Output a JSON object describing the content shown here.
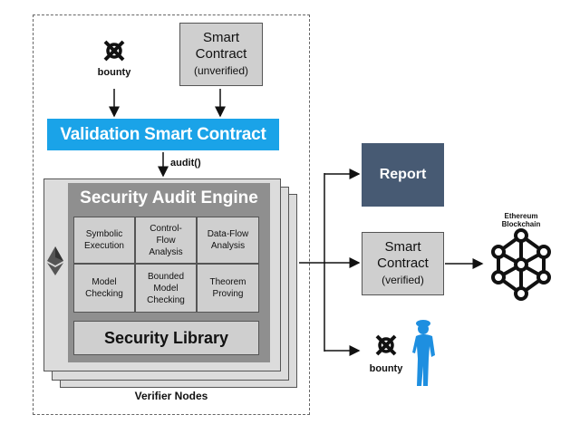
{
  "bounty_top": {
    "label": "bounty",
    "icon": "bounty-x-icon"
  },
  "smart_contract_unverified": {
    "title_line1": "Smart",
    "title_line2": "Contract",
    "status": "(unverified)"
  },
  "validation_contract": {
    "label": "Validation Smart Contract"
  },
  "audit_call": {
    "label": "audit()"
  },
  "audit_engine": {
    "title": "Security Audit Engine",
    "techniques": [
      {
        "lines": [
          "Symbolic",
          "Execution"
        ]
      },
      {
        "lines": [
          "Control-",
          "Flow",
          "Analysis"
        ]
      },
      {
        "lines": [
          "Data-Flow",
          "Analysis"
        ]
      },
      {
        "lines": [
          "Model",
          "Checking"
        ]
      },
      {
        "lines": [
          "Bounded",
          "Model",
          "Checking"
        ]
      },
      {
        "lines": [
          "Theorem",
          "Proving"
        ]
      }
    ],
    "library": "Security Library"
  },
  "verifier_nodes": {
    "label": "Verifier Nodes"
  },
  "report": {
    "label": "Report"
  },
  "smart_contract_verified": {
    "title_line1": "Smart",
    "title_line2": "Contract",
    "status": "(verified)"
  },
  "ethereum_blockchain": {
    "label_line1": "Ethereum",
    "label_line2": "Blockchain",
    "icon": "blockchain-network-icon"
  },
  "bounty_bottom": {
    "label": "bounty",
    "icon": "bounty-x-icon",
    "person_icon": "worker-person-icon"
  },
  "colors": {
    "validation": "#1aa3e8",
    "report": "#475a73",
    "person": "#1e8fe0",
    "engine": "#8f8f8f",
    "box": "#cfcfcf"
  }
}
